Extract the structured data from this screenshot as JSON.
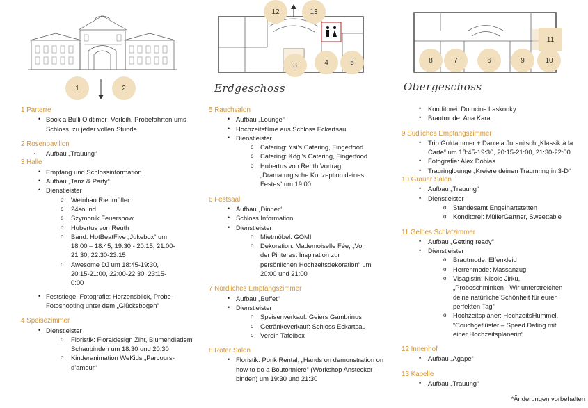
{
  "col1": {
    "markers": [
      "1",
      "2"
    ],
    "sections": [
      {
        "title": "1 Parterre",
        "items": [
          {
            "text": "Book a Bulli Oldtimer- Verleih, Probefahrten ums Schloss, zu jeder vollen Stunde"
          }
        ]
      },
      {
        "title": "2 Rosenpavillon",
        "items": [
          {
            "text": "Aufbau „Trauung“"
          }
        ]
      },
      {
        "title": "3 Halle",
        "items": [
          {
            "text": "Empfang und Schlossinformation"
          },
          {
            "text": "Aufbau „Tanz & Party“"
          },
          {
            "text": "Dienstleister",
            "sub": [
              "Weinbau Riedmüller",
              "24sound",
              "Szymonik Feuershow",
              "Hubertus von Reuth",
              "Band: HotBeatFive „Jukebox“ um 18:00 – 18:45, 19:30 - 20:15, 21:00-21:30, 22:30-23:15",
              "Awesome DJ um 18:45-19:30, 20:15-21:00, 22:00-22:30, 23:15-0:00"
            ]
          },
          {
            "text": "Feststiege: Fotografie: Herzensblick, Probe-Fotoshooting unter dem „Glücksbogen“"
          }
        ]
      },
      {
        "title": "4 Speisezimmer",
        "items": [
          {
            "text": "Dienstleister",
            "sub": [
              "Floristik: Floraldesign Zihr, Blumendiadem Schaubinden um 18:30 und 20:30",
              "Kinderanimation WeKids „Parcours-d’amour“"
            ]
          }
        ]
      }
    ]
  },
  "col2": {
    "floor_label": "Erdgeschoss",
    "markers": [
      "12",
      "13",
      "3",
      "4",
      "5"
    ],
    "sections": [
      {
        "title": "5 Rauchsalon",
        "items": [
          {
            "text": "Aufbau „Lounge“"
          },
          {
            "text": "Hochzeitsfilme aus Schloss Eckartsau"
          },
          {
            "text": "Dienstleister",
            "sub": [
              "Catering: Ysi’s Catering, Fingerfood",
              "Catering: Kögl’s Catering, Fingerfood",
              "Hubertus von Reuth Vortrag „Dramaturgische Konzeption deines Festes“ um 19:00"
            ]
          }
        ]
      },
      {
        "title": "6 Festsaal",
        "items": [
          {
            "text": "Aufbau „Dinner“"
          },
          {
            "text": "Schloss Information"
          },
          {
            "text": "Dienstleister",
            "sub": [
              "Mietmöbel: GOMI",
              "Dekoration: Mademoiselle Fée, „Von der Pinterest Inspiration zur persönlichen Hochzeitsdekoration“ um 20:00 und 21:00"
            ]
          }
        ]
      },
      {
        "title": "7 Nördliches Empfangszimmer",
        "items": [
          {
            "text": "Aufbau „Buffet“"
          },
          {
            "text": "Dienstleister",
            "sub": [
              "Speisenverkauf: Geiers Gambrinus",
              "Getränkeverkauf: Schloss Eckartsau",
              "Verein Tafelbox"
            ]
          }
        ]
      },
      {
        "title": "8 Roter Salon",
        "items": [
          {
            "text": "Floristik: Ponk Rental, „Hands on demonstration on how to do a Boutonniere“ (Workshop Anstecker-binden) um 19:30 und 21:30"
          }
        ]
      }
    ]
  },
  "col3": {
    "floor_label": "Obergeschoss",
    "markers": [
      "8",
      "7",
      "6",
      "9",
      "10",
      "11"
    ],
    "sections": [
      {
        "title": "",
        "items": [
          {
            "text": "Konditorei: Domcine Laskonky"
          },
          {
            "text": "Brautmode: Ana Kara"
          }
        ]
      },
      {
        "title": "9 Südliches Empfangszimmer",
        "items": [
          {
            "text": "Trio Goldammer + Daniela Juranitsch „Klassik à la Carte“ um 18:45-19:30, 20:15-21:00, 21:30-22:00"
          },
          {
            "text": "Fotografie: Alex Dobias"
          },
          {
            "text": "Trauringlounge „Kreiere deinen Traumring in 3-D“"
          }
        ]
      },
      {
        "title": "10 Grauer Salon",
        "items": [
          {
            "text": "Aufbau „Trauung“"
          },
          {
            "text": "Dienstleister",
            "sub": [
              "Standesamt Engelhartstetten",
              "Konditorei: MüllerGartner, Sweettable"
            ]
          }
        ]
      },
      {
        "title": "11 Gelbes Schlafzimmer",
        "items": [
          {
            "text": "Aufbau „Getting ready“"
          },
          {
            "text": "Dienstleister",
            "sub": [
              "Brautmode: Elfenkleid",
              "Herrenmode: Massanzug",
              "Visagistin: Nicole Jirku, „Probeschminken - Wir unterstreichen deine natürliche Schönheit für euren perfekten Tag“",
              "Hochzeitsplaner: HochzeitsHummel, “Couchgeflüster – Speed Dating mit einer Hochzeitsplanerin“"
            ]
          }
        ]
      },
      {
        "title": "12 Innenhof",
        "items": [
          {
            "text": "Aufbau „Agape“"
          }
        ]
      },
      {
        "title": "13 Kapelle",
        "items": [
          {
            "text": "Aufbau „Trauung“"
          }
        ]
      }
    ],
    "note": "*Änderungen vorbehalten"
  },
  "colors": {
    "accent": "#d6952f",
    "marker": "#f1dfbe",
    "plan": "#555555"
  }
}
